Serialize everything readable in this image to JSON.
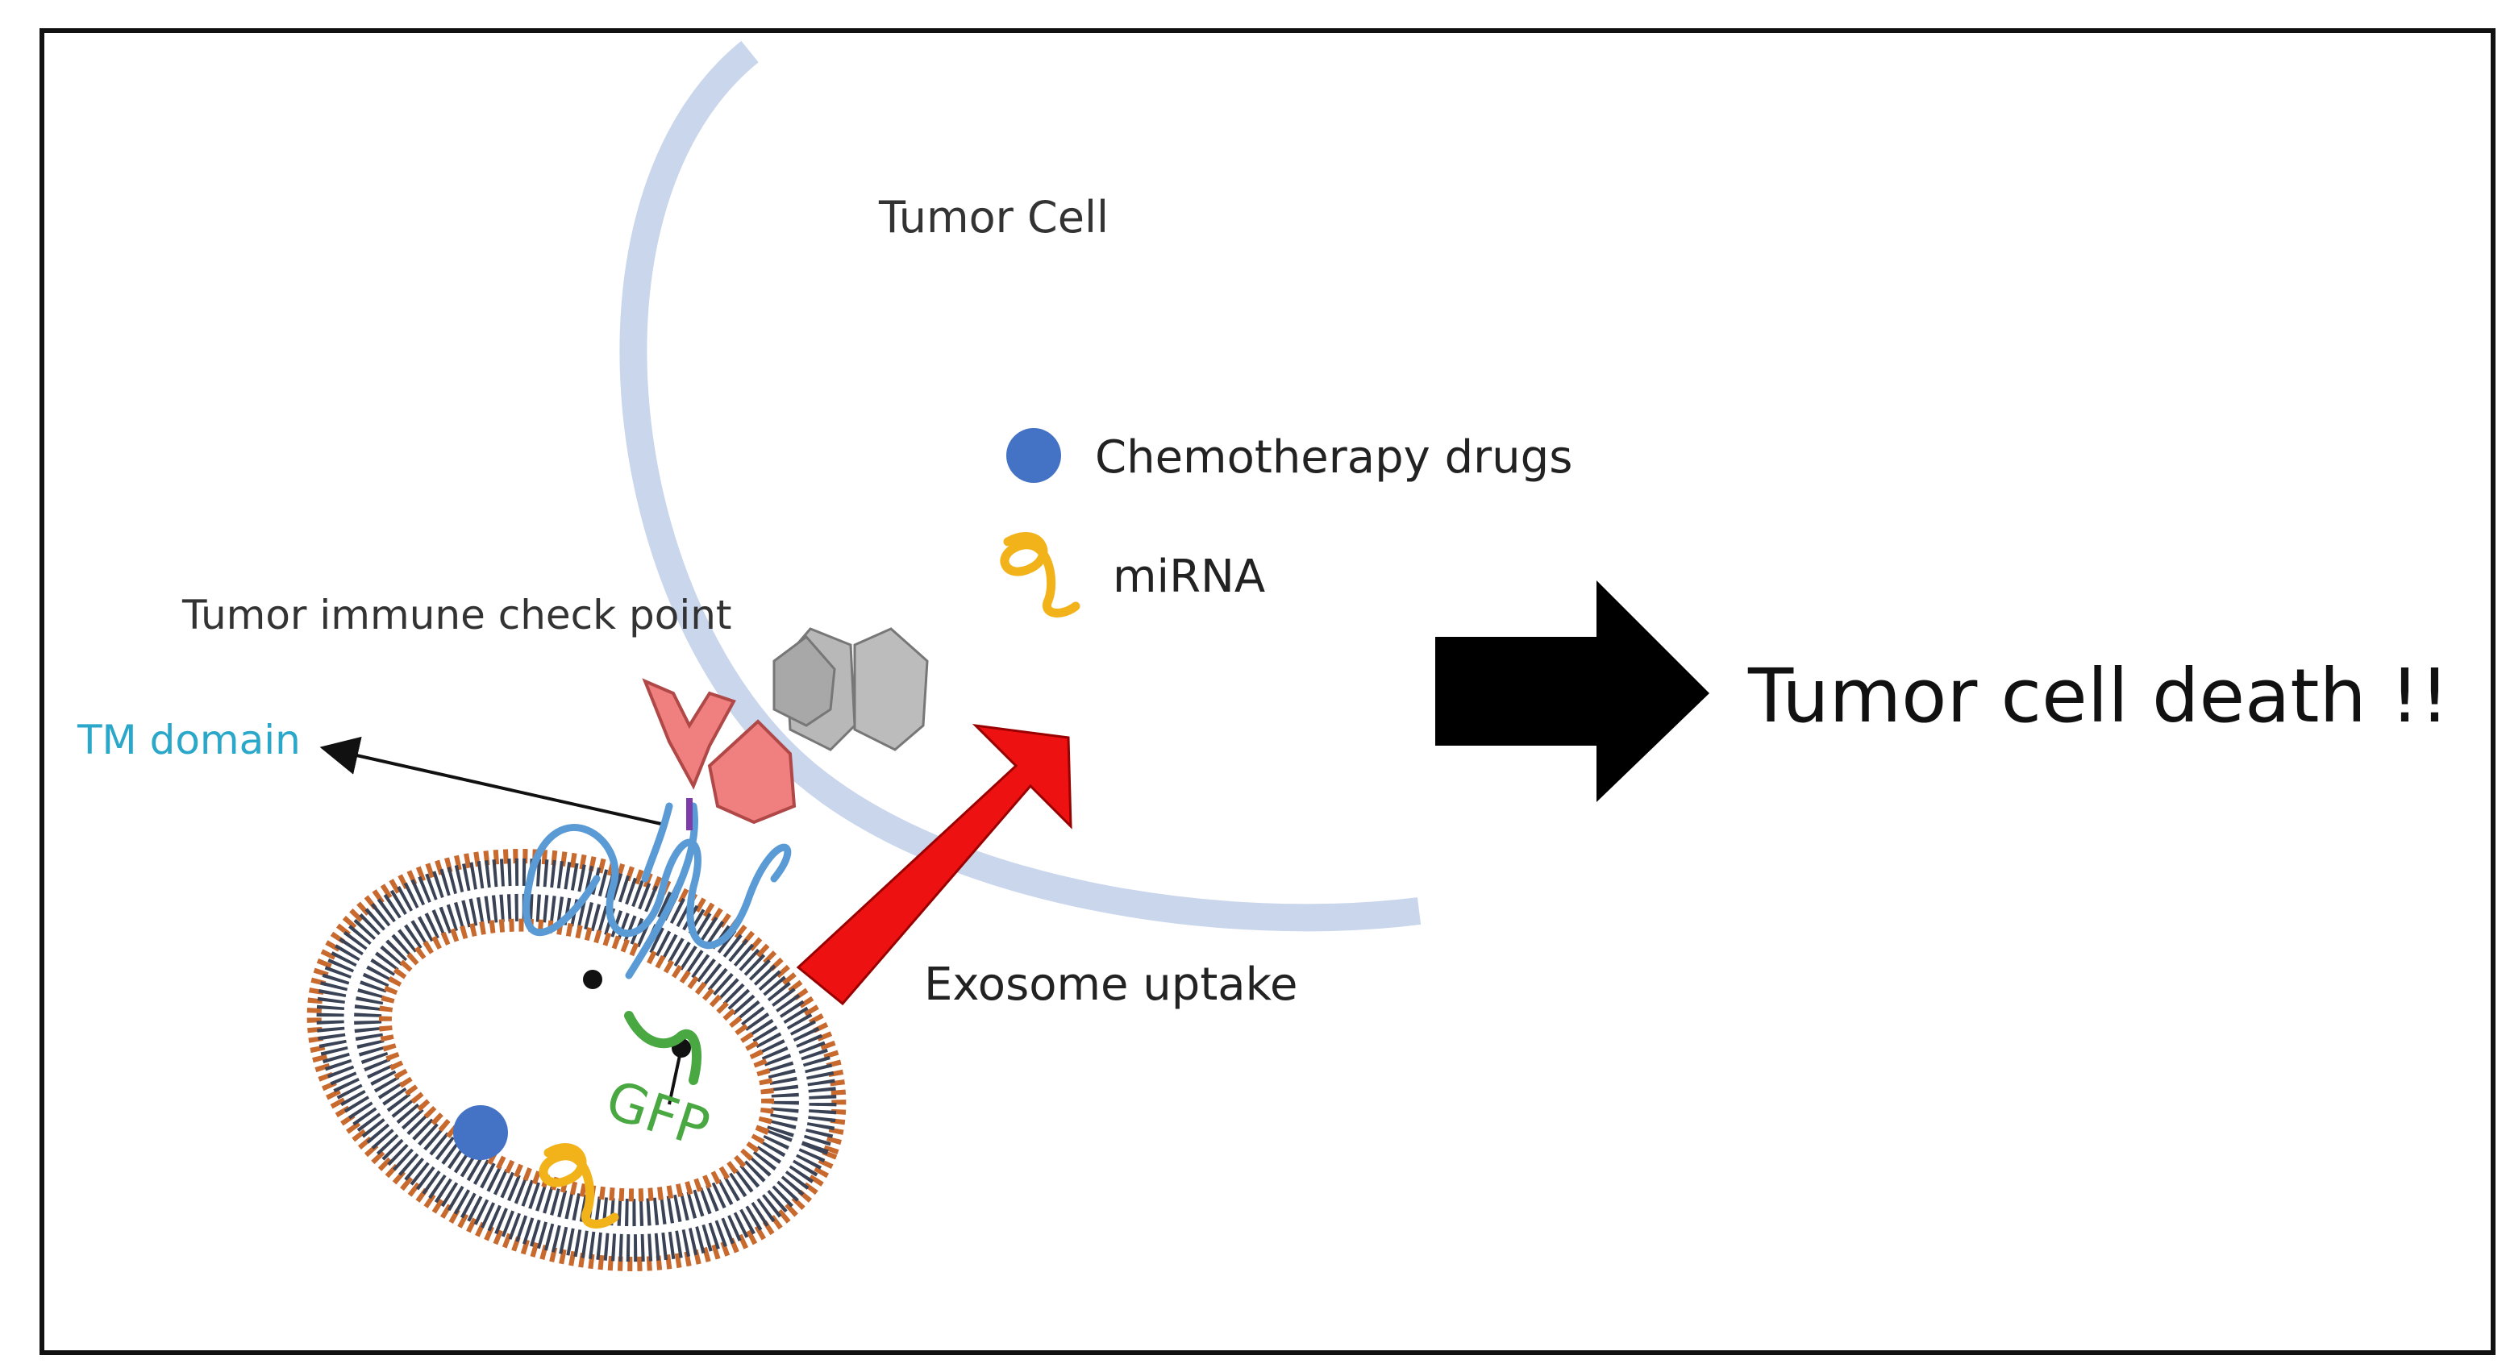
{
  "labels": {
    "tumor_cell": "Tumor Cell",
    "chemo_drugs": "Chemotherapy drugs",
    "mirna": "miRNA",
    "checkpoint": "Tumor immune  check point",
    "tm_domain": "TM domain",
    "gfp": "GFP",
    "exosome_uptake": "Exosome uptake",
    "result": "Tumor cell death !!"
  },
  "colors": {
    "frame": "#111111",
    "cell_membrane": "#c9d6ec",
    "drug_dot": "#4472c4",
    "mirna": "#f2b21a",
    "tm_domain_text": "#2aa7c9",
    "protein_loop": "#5b9bd5",
    "gfp": "#4aa843",
    "uptake_arrow": "#ee1111",
    "result_arrow": "#000000",
    "checkpoint_pink": "#f08080",
    "checkpoint_gray": "#b8b8b8",
    "membrane_head": "#c8692e",
    "membrane_tail": "#3a4256"
  },
  "icons": [
    "drug-dot-icon",
    "mirna-squiggle-icon",
    "exosome-icon",
    "checkpoint-receptor-icon",
    "tumor-cell-membrane-icon",
    "uptake-arrow-icon",
    "result-arrow-icon"
  ]
}
